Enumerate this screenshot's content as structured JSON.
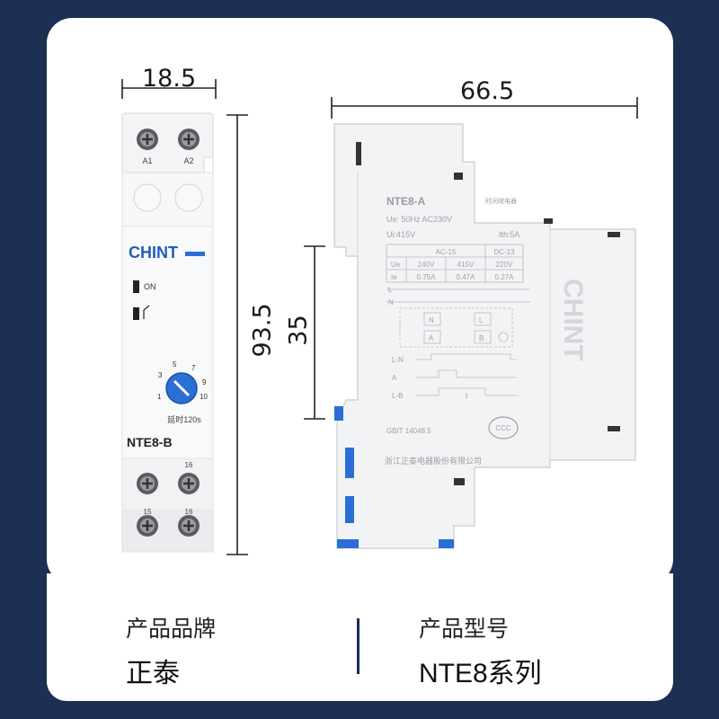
{
  "dimensions": {
    "front_width": "18.5",
    "front_height": "93.5",
    "side_depth": "66.5",
    "rail_height": "35"
  },
  "front_device": {
    "top_terminals": [
      "A1",
      "A2"
    ],
    "brand_logo": "CHINT",
    "indicator_on": "ON",
    "dial_scale": [
      "1",
      "3",
      "5",
      "7",
      "9",
      "10"
    ],
    "dial_caption": "延时120s",
    "model_label": "NTE8-B",
    "terminal_16": "16",
    "bottom_terminals": [
      "15",
      "16"
    ]
  },
  "side_device": {
    "model": "NTE8-A",
    "type_name": "时间继电器",
    "spec_rated": "Ue: 50Hz AC230V",
    "spec_ui": "Ui:415V",
    "spec_ith": "Ith:5A",
    "table_headers": [
      "AC-15",
      "DC-13"
    ],
    "table_row_ue": [
      "Ue",
      "240V",
      "415V",
      "220V"
    ],
    "table_row_ie": [
      "Ie",
      "0.75A",
      "0.47A",
      "0.27A"
    ],
    "diagram_labels": [
      "L",
      "N",
      "N",
      "L",
      "A",
      "B"
    ],
    "timing_labels": [
      "L-N",
      "A",
      "L-B",
      "t"
    ],
    "standard": "GB/T 14048.5",
    "cert_mark": "CCC",
    "manufacturer": "浙江正泰电器股份有限公司",
    "vertical_logo": "CHINT"
  },
  "info": {
    "brand_label": "产品品牌",
    "brand_value": "正泰",
    "model_label": "产品型号",
    "model_value": "NTE8系列"
  },
  "colors": {
    "background": "#1d2f52",
    "card": "#ffffff",
    "accent_blue": "#2a6fd6",
    "device_body": "#f2f3f5"
  }
}
